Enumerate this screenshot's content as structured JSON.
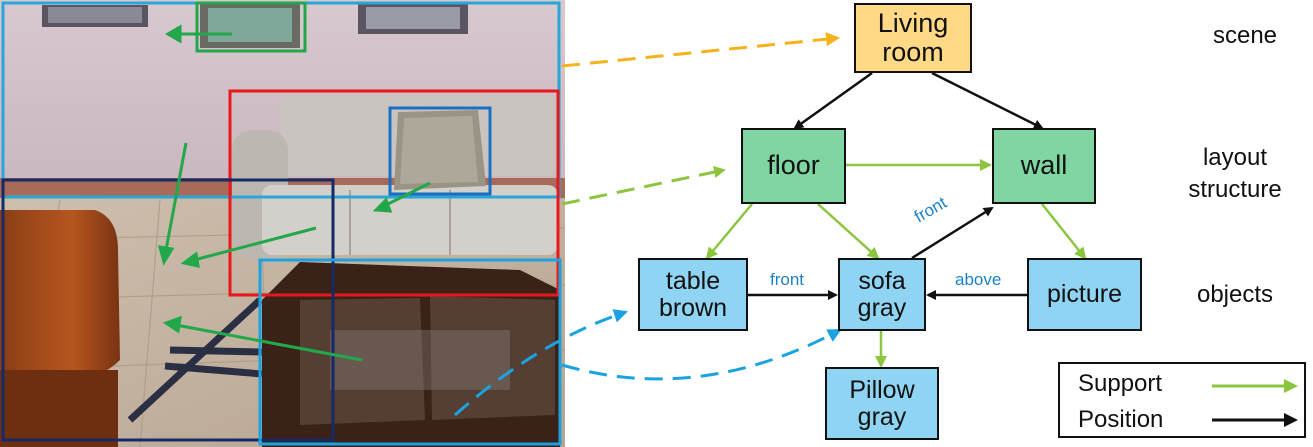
{
  "nodes": {
    "living_room": "Living\nroom",
    "floor": "floor",
    "wall": "wall",
    "table": "table\nbrown",
    "sofa": "sofa\ngray",
    "picture": "picture",
    "pillow": "Pillow\ngray"
  },
  "levels": {
    "scene": "scene",
    "layout": "layout\nstructure",
    "objects": "objects"
  },
  "edge_labels": {
    "table_sofa": "front",
    "picture_sofa": "above",
    "sofa_wall": "front"
  },
  "legend": {
    "support": "Support",
    "position": "Position"
  },
  "colors": {
    "support": "#8cc63f",
    "position": "#111111",
    "scene_node": "#ffd986",
    "layout_node": "#7fd6a3",
    "object_node": "#8fd5f3",
    "scene_link": "#f5b21a",
    "layout_link": "#8cc63f",
    "object_link": "#1aa3e0",
    "photo_box_scene": "#2aa6d6",
    "photo_box_sofa": "#e8181c",
    "photo_box_pillow": "#1a6fc4",
    "photo_box_picture": "#22a84a",
    "photo_box_chair": "#152a66",
    "photo_box_table": "#1aa3e0"
  }
}
